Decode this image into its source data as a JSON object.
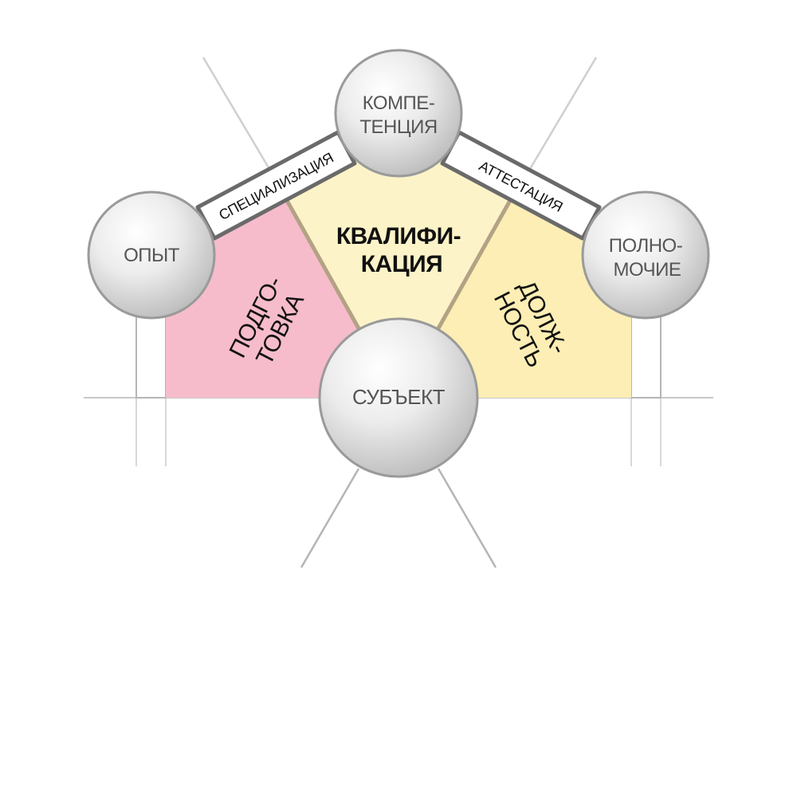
{
  "nodes": {
    "competence": {
      "line1": "КОМПЕ-",
      "line2": "ТЕНЦИЯ"
    },
    "experience": {
      "line1": "ОПЫТ"
    },
    "authority": {
      "line1": "ПОЛНО-",
      "line2": "МОЧИЕ"
    },
    "subject": {
      "line1": "СУБЪЕКТ"
    }
  },
  "areas": {
    "qualification": {
      "line1": "КВАЛИФИ-",
      "line2": "КАЦИЯ"
    },
    "training": {
      "line1": "ПОДГО-",
      "line2": "ТОВКА"
    },
    "position": {
      "line1": "ДОЛЖ-",
      "line2": "НОСТЬ"
    }
  },
  "bands": {
    "specialization": "СПЕЦИАЛИЗАЦИЯ",
    "attestation": "АТТЕСТАЦИЯ"
  },
  "colors": {
    "training_fill": "#f6bccb",
    "qualification_fill": "#fdf3c8",
    "position_fill": "#fceeb4",
    "divider": "#b3a284",
    "band_border": "#666666",
    "sphere_light": "#ffffff",
    "sphere_dark": "#bdbdbd",
    "sphere_stroke": "#9a9a9a"
  }
}
